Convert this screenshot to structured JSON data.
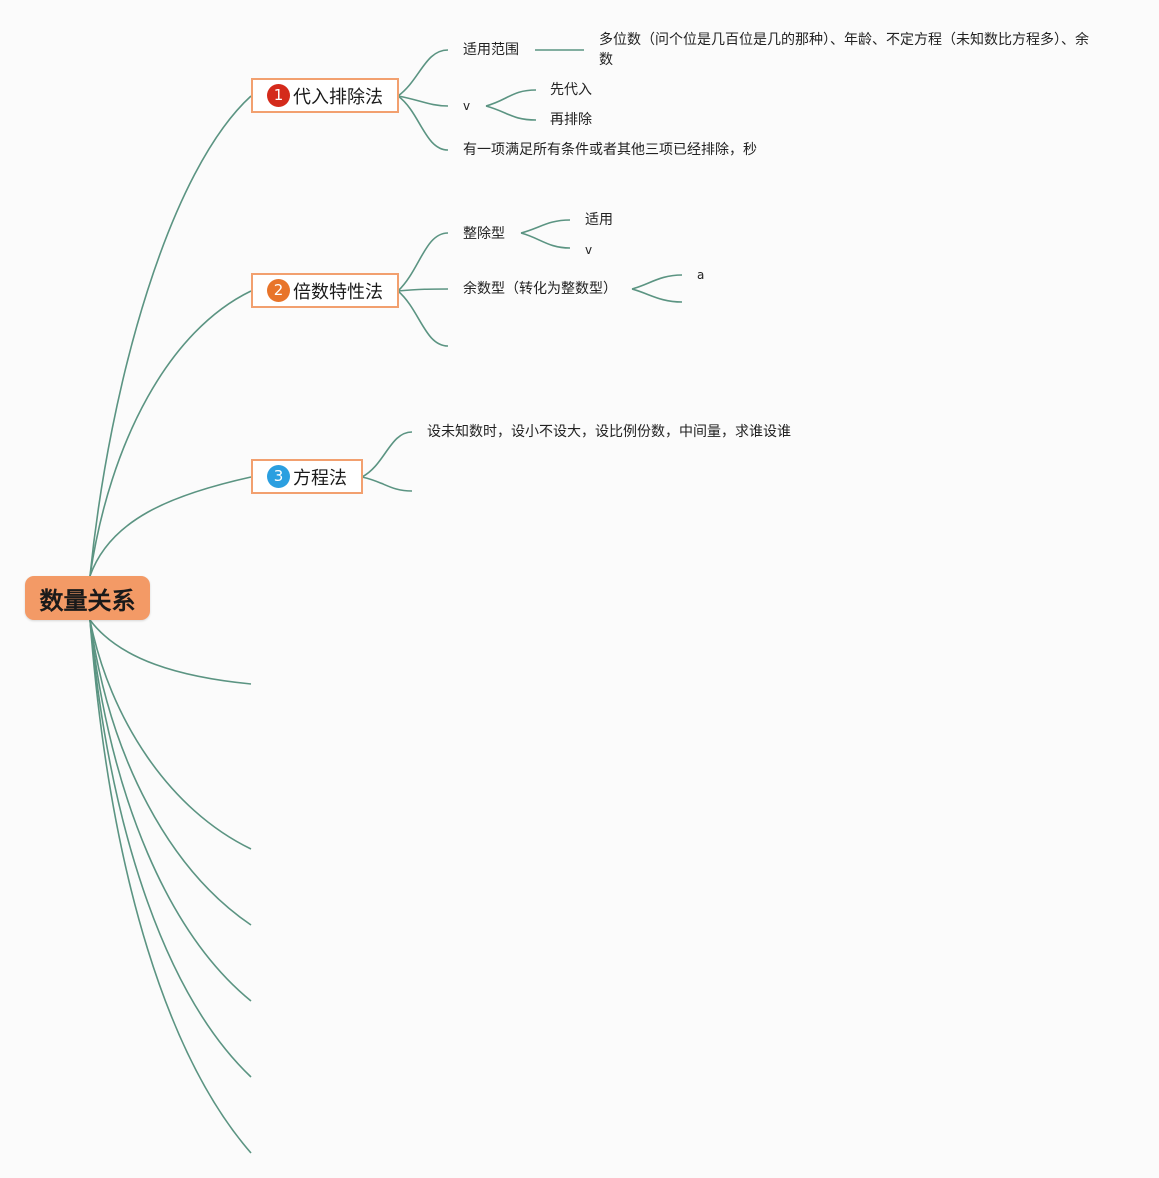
{
  "root": {
    "label": "数量关系"
  },
  "colors": {
    "link": "#5b9482",
    "root_fill": "#f39a66",
    "branch_border": "#f2a06f",
    "badge_red": "#d42a1b",
    "badge_orange": "#e8742a",
    "badge_blue": "#2b9fe0"
  },
  "branches": [
    {
      "badge": "1",
      "label": "代入排除法",
      "children": {
        "scope_label": "适用范围",
        "scope_text": "多位数（问个位是几百位是几的那种）、年龄、不定方程（未知数比方程多）、余数",
        "v_label": "v",
        "v_children": [
          "先代入",
          "再排除"
        ],
        "rule": "有一项满足所有条件或者其他三项已经排除，秒"
      }
    },
    {
      "badge": "2",
      "label": "倍数特性法",
      "children": {
        "divisible_label": "整除型",
        "divisible_children": [
          "适用",
          "v"
        ],
        "remainder_label": "余数型（转化为整数型）",
        "remainder_children": [
          "a"
        ]
      }
    },
    {
      "badge": "3",
      "label": "方程法",
      "children": {
        "tip": "设未知数时，设小不设大，设比例份数，中间量，求谁设谁"
      }
    }
  ]
}
